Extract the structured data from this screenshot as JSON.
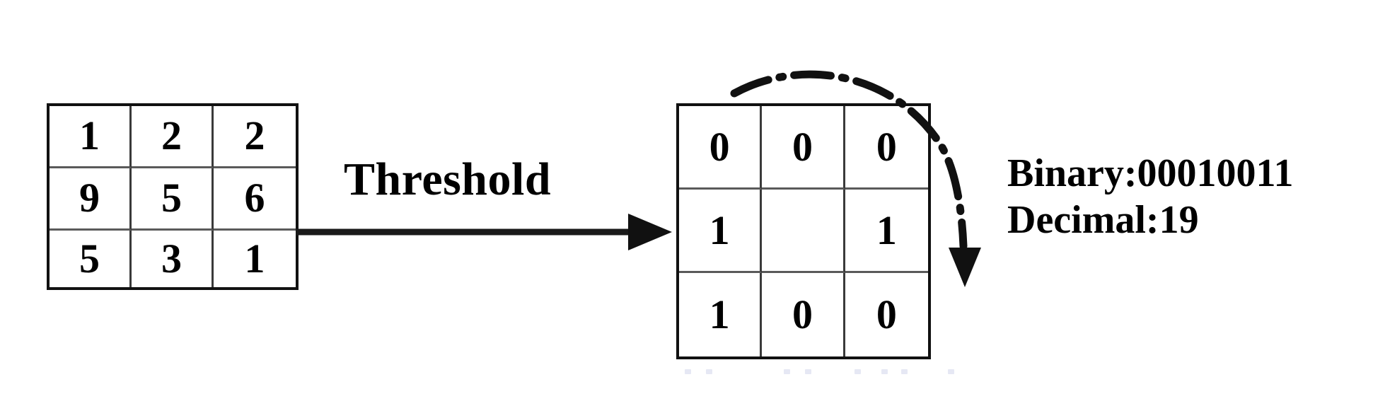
{
  "figure": {
    "title": "LBP threshold and binary encoding illustration",
    "background_color": "#ffffff",
    "ink_color": "#000000"
  },
  "source_grid": {
    "name": "pixel-intensity-grid",
    "rows": [
      [
        "1",
        "2",
        "2"
      ],
      [
        "9",
        "5",
        "6"
      ],
      [
        "5",
        "3",
        "1"
      ]
    ],
    "center_value": "5"
  },
  "threshold": {
    "label": "Threshold",
    "arrow": "straight-right-arrow"
  },
  "binary_grid": {
    "name": "binary-pattern-grid",
    "rows": [
      [
        "0",
        "0",
        "0"
      ],
      [
        "1",
        "",
        "1"
      ],
      [
        "1",
        "0",
        "0"
      ]
    ]
  },
  "wrap_arrow": {
    "style": "dash-dot-curved-arrow",
    "direction": "clockwise-down"
  },
  "result": {
    "binary_label": "Binary:00010011",
    "decimal_label": "Decimal:19"
  }
}
